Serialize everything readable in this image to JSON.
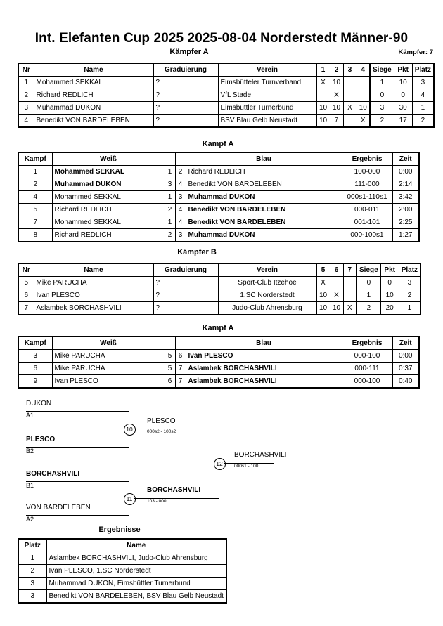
{
  "header": {
    "title": "Int. Elefanten Cup 2025  2025-08-04  Norderstedt   Männer-90",
    "fighter_count": "Kämpfer: 7"
  },
  "pool_a": {
    "caption": "Kämpfer A",
    "columns": [
      "Nr",
      "Name",
      "Graduierung",
      "Verein",
      "1",
      "2",
      "3",
      "4",
      "Siege",
      "Pkt",
      "Platz"
    ],
    "rows": [
      {
        "nr": "1",
        "name": "Mohammed SEKKAL",
        "grad": "?",
        "verein": "Eimsbütteler Turnverband",
        "r1": "X",
        "r2": "10",
        "r3": "",
        "r4": "",
        "siege": "1",
        "pkt": "10",
        "platz": "3"
      },
      {
        "nr": "2",
        "name": "Richard REDLICH",
        "grad": "?",
        "verein": "VfL Stade",
        "r1": "",
        "r2": "X",
        "r3": "",
        "r4": "",
        "siege": "0",
        "pkt": "0",
        "platz": "4"
      },
      {
        "nr": "3",
        "name": "Muhammad DUKON",
        "grad": "?",
        "verein": "Eimsbüttler Turnerbund",
        "r1": "10",
        "r2": "10",
        "r3": "X",
        "r4": "10",
        "siege": "3",
        "pkt": "30",
        "platz": "1"
      },
      {
        "nr": "4",
        "name": "Benedikt VON BARDELEBEN",
        "grad": "?",
        "verein": "BSV Blau Gelb Neustadt",
        "r1": "10",
        "r2": "7",
        "r3": "",
        "r4": "X",
        "siege": "2",
        "pkt": "17",
        "platz": "2"
      }
    ]
  },
  "matches_a": {
    "caption": "Kampf A",
    "columns": [
      "Kampf",
      "Weiß",
      "",
      "",
      "Blau",
      "Ergebnis",
      "Zeit"
    ],
    "rows": [
      {
        "kampf": "1",
        "weiss": "Mohammed SEKKAL",
        "n1": "1",
        "n2": "2",
        "blau": "Richard REDLICH",
        "erg": "100-000",
        "zeit": "0:00",
        "winner": "weiss"
      },
      {
        "kampf": "2",
        "weiss": "Muhammad DUKON",
        "n1": "3",
        "n2": "4",
        "blau": "Benedikt VON BARDELEBEN",
        "erg": "111-000",
        "zeit": "2:14",
        "winner": "weiss"
      },
      {
        "kampf": "4",
        "weiss": "Mohammed SEKKAL",
        "n1": "1",
        "n2": "3",
        "blau": "Muhammad DUKON",
        "erg": "000s1-110s1",
        "zeit": "3:42",
        "winner": "blau"
      },
      {
        "kampf": "5",
        "weiss": "Richard REDLICH",
        "n1": "2",
        "n2": "4",
        "blau": "Benedikt VON BARDELEBEN",
        "erg": "000-011",
        "zeit": "2:00",
        "winner": "blau"
      },
      {
        "kampf": "7",
        "weiss": "Mohammed SEKKAL",
        "n1": "1",
        "n2": "4",
        "blau": "Benedikt VON BARDELEBEN",
        "erg": "001-101",
        "zeit": "2:25",
        "winner": "blau"
      },
      {
        "kampf": "8",
        "weiss": "Richard REDLICH",
        "n1": "2",
        "n2": "3",
        "blau": "Muhammad DUKON",
        "erg": "000-100s1",
        "zeit": "1:27",
        "winner": "blau"
      }
    ]
  },
  "pool_b": {
    "caption": "Kämpfer B",
    "columns": [
      "Nr",
      "Name",
      "Graduierung",
      "Verein",
      "5",
      "6",
      "7",
      "Siege",
      "Pkt",
      "Platz"
    ],
    "rows": [
      {
        "nr": "5",
        "name": "Mike PARUCHA",
        "grad": "?",
        "verein": "Sport-Club Itzehoe",
        "r1": "X",
        "r2": "",
        "r3": "",
        "siege": "0",
        "pkt": "0",
        "platz": "3"
      },
      {
        "nr": "6",
        "name": "Ivan PLESCO",
        "grad": "?",
        "verein": "1.SC Norderstedt",
        "r1": "10",
        "r2": "X",
        "r3": "",
        "siege": "1",
        "pkt": "10",
        "platz": "2"
      },
      {
        "nr": "7",
        "name": "Aslambek BORCHASHVILI",
        "grad": "?",
        "verein": "Judo-Club Ahrensburg",
        "r1": "10",
        "r2": "10",
        "r3": "X",
        "siege": "2",
        "pkt": "20",
        "platz": "1"
      }
    ]
  },
  "matches_b": {
    "caption": "Kampf A",
    "columns": [
      "Kampf",
      "Weiß",
      "",
      "",
      "Blau",
      "Ergebnis",
      "Zeit"
    ],
    "rows": [
      {
        "kampf": "3",
        "weiss": "Mike PARUCHA",
        "n1": "5",
        "n2": "6",
        "blau": "Ivan PLESCO",
        "erg": "000-100",
        "zeit": "0:00",
        "winner": "blau"
      },
      {
        "kampf": "6",
        "weiss": "Mike PARUCHA",
        "n1": "5",
        "n2": "7",
        "blau": "Aslambek BORCHASHVILI",
        "erg": "000-111",
        "zeit": "0:37",
        "winner": "blau"
      },
      {
        "kampf": "9",
        "weiss": "Ivan PLESCO",
        "n1": "6",
        "n2": "7",
        "blau": "Aslambek BORCHASHVILI",
        "erg": "000-100",
        "zeit": "0:40",
        "winner": "blau"
      }
    ]
  },
  "bracket": {
    "entrants": [
      {
        "name": "DUKON",
        "seed": "A1",
        "bold": false
      },
      {
        "name": "PLESCO",
        "seed": "B2",
        "bold": true
      },
      {
        "name": "BORCHASHVILI",
        "seed": "B1",
        "bold": true
      },
      {
        "name": "VON BARDELEBEN",
        "seed": "A2",
        "bold": false
      }
    ],
    "semifinals": [
      {
        "number": "10",
        "winner": "PLESCO",
        "score": "000s2 - 100s2"
      },
      {
        "number": "11",
        "winner": "BORCHASHVILI",
        "score": "103 - 000"
      }
    ],
    "final": {
      "number": "12",
      "winner": "BORCHASHVILI",
      "score": "000s1 - 100"
    }
  },
  "results": {
    "caption": "Ergebnisse",
    "columns": [
      "Platz",
      "Name"
    ],
    "rows": [
      {
        "platz": "1",
        "name": "Aslambek BORCHASHVILI, Judo-Club Ahrensburg"
      },
      {
        "platz": "2",
        "name": "Ivan PLESCO, 1.SC Norderstedt"
      },
      {
        "platz": "3",
        "name": "Muhammad DUKON, Eimsbüttler Turnerbund"
      },
      {
        "platz": "3",
        "name": "Benedikt VON BARDELEBEN, BSV Blau Gelb Neustadt"
      }
    ]
  }
}
